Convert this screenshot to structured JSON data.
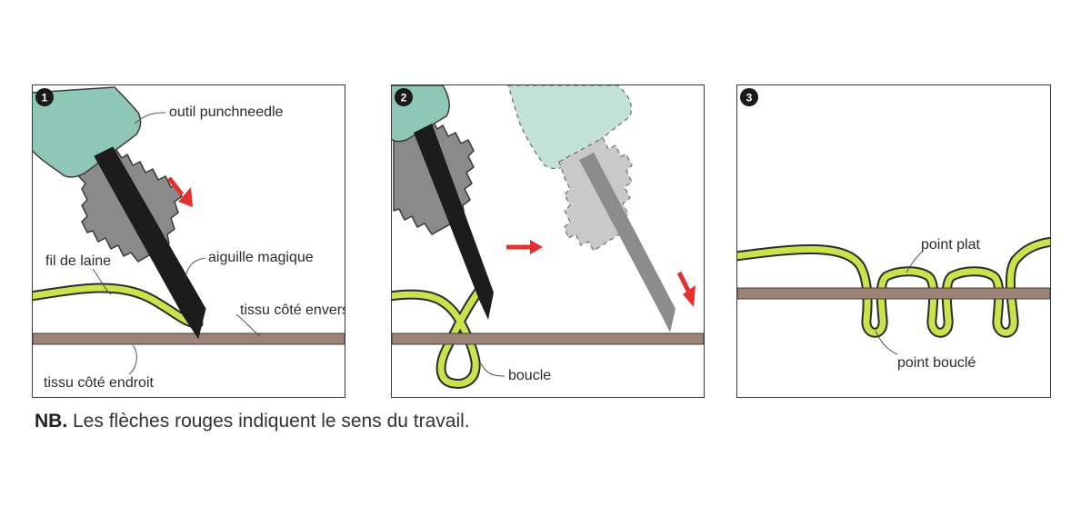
{
  "colors": {
    "handle": "#8fc7b6",
    "handle_faded": "#c3e2d7",
    "grip": "#888888",
    "needle": "#1c1c1c",
    "yarn": "#c9e34a",
    "fabric": "#9b8378",
    "arrow": "#e53030"
  },
  "panels": [
    {
      "number": "1",
      "labels": {
        "tool": "outil punchneedle",
        "needle": "aiguille magique",
        "yarn": "fil de laine",
        "fabric_back": "tissu côté envers",
        "fabric_front": "tissu côté endroit"
      }
    },
    {
      "number": "2",
      "labels": {
        "loop": "boucle"
      }
    },
    {
      "number": "3",
      "labels": {
        "flat": "point plat",
        "looped": "point bouclé"
      }
    }
  ],
  "note": {
    "prefix": "NB.",
    "text": " Les flèches rouges indiquent le sens du travail."
  }
}
